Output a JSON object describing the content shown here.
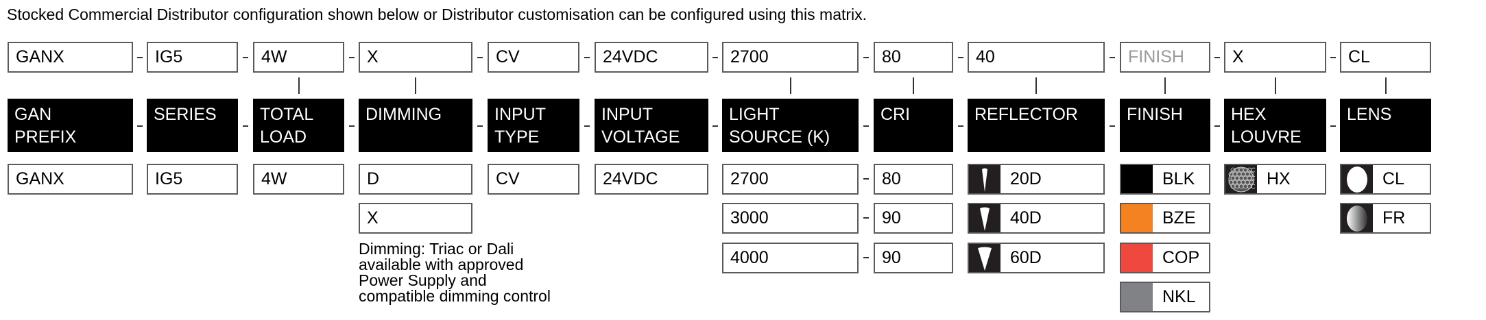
{
  "title": "Stocked Commercial Distributor configuration shown below or Distributor customisation can be configured using this matrix.",
  "columns": [
    {
      "code": "GANX",
      "header": [
        "GAN",
        "PREFIX"
      ],
      "options": [
        {
          "label": "GANX"
        }
      ]
    },
    {
      "code": "IG5",
      "header": [
        "SERIES"
      ],
      "options": [
        {
          "label": "IG5"
        }
      ]
    },
    {
      "code": "4W",
      "header": [
        "TOTAL",
        "LOAD"
      ],
      "options": [
        {
          "label": "4W"
        }
      ]
    },
    {
      "code": "X",
      "header": [
        "DIMMING"
      ],
      "options": [
        {
          "label": "D"
        },
        {
          "label": "X"
        }
      ]
    },
    {
      "code": "CV",
      "header": [
        "INPUT",
        "TYPE"
      ],
      "options": [
        {
          "label": "CV"
        }
      ]
    },
    {
      "code": "24VDC",
      "header": [
        "INPUT",
        "VOLTAGE"
      ],
      "options": [
        {
          "label": "24VDC"
        }
      ]
    },
    {
      "code": "2700",
      "header": [
        "LIGHT",
        "SOURCE (K)"
      ],
      "options": [
        {
          "label": "2700"
        },
        {
          "label": "3000"
        },
        {
          "label": "4000"
        }
      ]
    },
    {
      "code": "80",
      "header": [
        "CRI"
      ],
      "options": [
        {
          "label": "80"
        },
        {
          "label": "90"
        },
        {
          "label": "90"
        }
      ]
    },
    {
      "code": "40",
      "header": [
        "REFLECTOR"
      ],
      "options": [
        {
          "label": "20D",
          "icon": "reflector-20-icon"
        },
        {
          "label": "40D",
          "icon": "reflector-40-icon"
        },
        {
          "label": "60D",
          "icon": "reflector-60-icon"
        }
      ]
    },
    {
      "code": "FINISH",
      "code_placeholder": true,
      "header": [
        "FINISH"
      ],
      "options": [
        {
          "label": "BLK",
          "color": "#000000"
        },
        {
          "label": "BZE",
          "color": "#f58220"
        },
        {
          "label": "COP",
          "color": "#ef483e"
        },
        {
          "label": "NKL",
          "color": "#808285"
        }
      ]
    },
    {
      "code": "X",
      "header": [
        "HEX",
        "LOUVRE"
      ],
      "options": [
        {
          "label": "HX",
          "icon": "hex-louvre-icon"
        }
      ]
    },
    {
      "code": "CL",
      "header": [
        "LENS"
      ],
      "options": [
        {
          "label": "CL",
          "icon": "clear-lens-icon"
        },
        {
          "label": "FR",
          "icon": "frosted-lens-icon"
        }
      ]
    }
  ],
  "dimming_note": [
    "Dimming: Triac or Dali",
    "available with approved",
    "Power Supply and",
    "compatible dimming control"
  ],
  "colors": {
    "header_bg": "#000000",
    "placeholder_text": "#9a9a9b"
  }
}
